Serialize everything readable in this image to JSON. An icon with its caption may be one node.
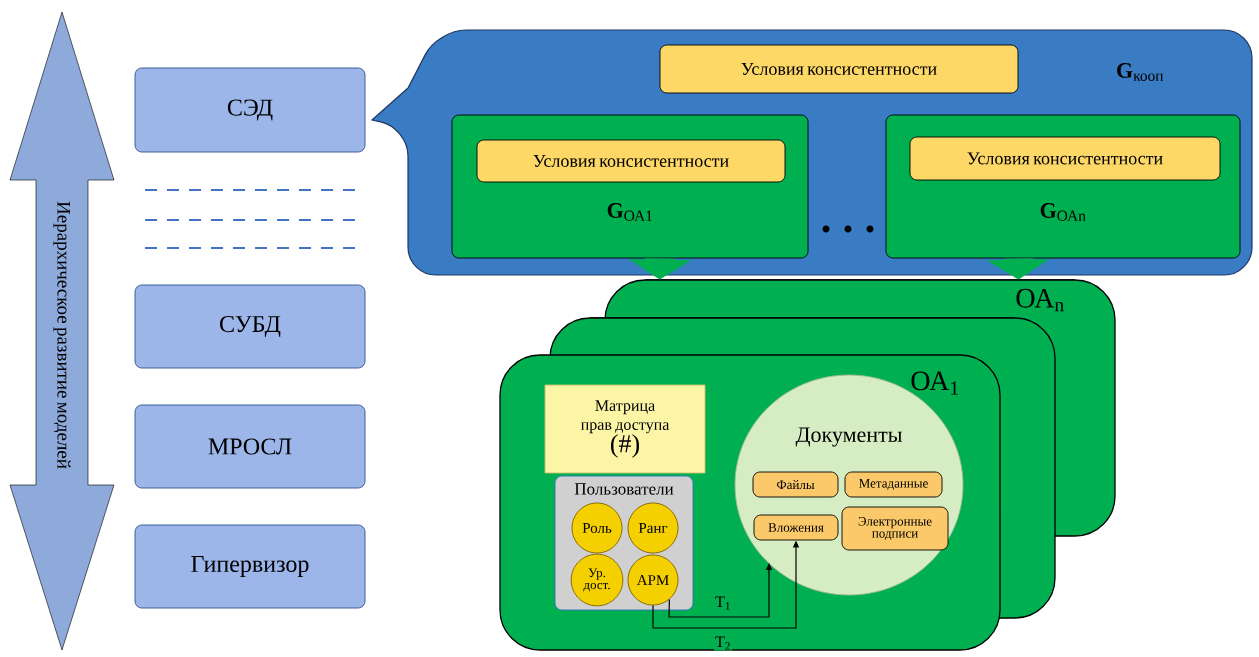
{
  "diagram": {
    "nodes": [
      {
        "text": [
          "СЭД"
        ]
      },
      {
        "text": [
          "СУБД"
        ]
      },
      {
        "text": [
          "МРОСЛ"
        ]
      },
      {
        "text": [
          "Гипервизор"
        ]
      },
      {
        "text": [
          "**G**$_{кооп}$"
        ]
      },
      {
        "text": [
          "Условия консистентности"
        ],
        "in": 4
      },
      {
        "text": [
          "**G**$_{ОА1}$"
        ],
        "in": 4
      },
      {
        "text": [
          "Условия консистентности"
        ],
        "in": 6
      },
      {
        "text": [
          "**G**$_{ОАn}$"
        ],
        "in": 4
      },
      {
        "text": [
          "Условия консистентности"
        ],
        "in": 8
      },
      {
        "text": [
          "ОА$_{n}$"
        ]
      },
      {
        "text": [],
        "shape": "box"
      },
      {
        "text": [
          "ОА$_{1}$"
        ]
      },
      {
        "text": [
          "Матрица прав доступа",
          "(#)"
        ],
        "in": 12
      },
      {
        "text": [
          "Пользователи"
        ],
        "in": 12
      },
      {
        "text": [
          "Роль"
        ],
        "in": 14
      },
      {
        "text": [
          "Ранг"
        ],
        "in": 14
      },
      {
        "text": [
          "Ур. дост."
        ],
        "in": 14
      },
      {
        "text": [
          "АРМ"
        ],
        "in": 14
      },
      {
        "text": [
          "Документы"
        ],
        "in": 12
      },
      {
        "text": [
          "Файлы"
        ],
        "in": 19
      },
      {
        "text": [
          "Метаданные"
        ],
        "in": 19
      },
      {
        "text": [
          "Вложения"
        ],
        "in": 19
      },
      {
        "text": [
          "Электронные подписи"
        ],
        "in": 19
      }
    ],
    "edges": [
      {
        "from": 6,
        "to": 10,
        "arrow": "to",
        "style": "thick",
        "color": "#00b050"
      },
      {
        "from": 8,
        "to": 10,
        "arrow": "to",
        "style": "thick",
        "color": "#00b050"
      },
      {
        "from": 18,
        "to": 19,
        "arrow": "to",
        "label": "T$_{1}$",
        "color": "#000000"
      },
      {
        "from": 18,
        "to": 22,
        "arrow": "to",
        "label": "T$_{2}$",
        "color": "#000000"
      }
    ],
    "labels": [
      "Иерархическое развитие моделей"
    ]
  }
}
